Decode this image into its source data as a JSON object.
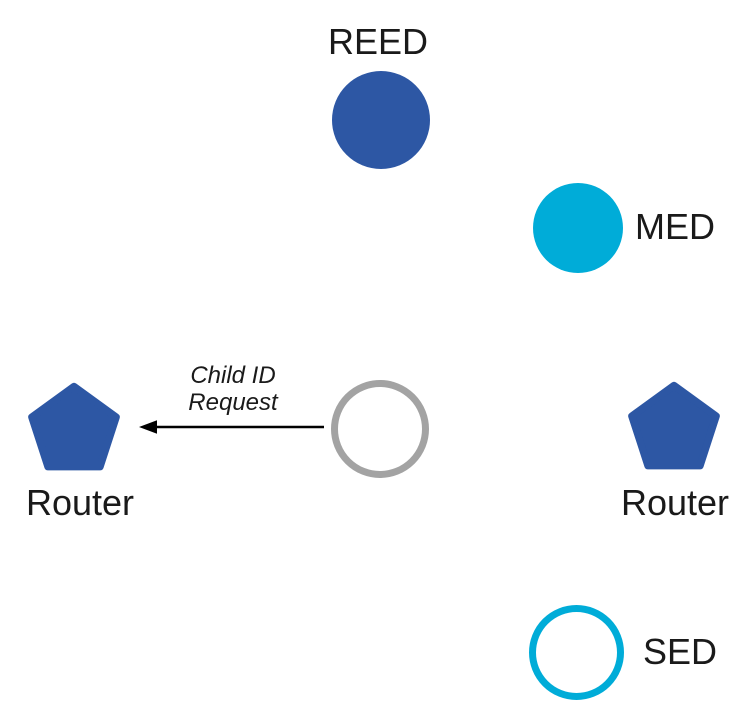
{
  "diagram": {
    "description": "Thread-style mesh network topology diagram showing a joining device sending a Child ID Request to a Router",
    "nodes": {
      "reed": {
        "label": "REED",
        "shape": "circle",
        "style": "filled-blue"
      },
      "med": {
        "label": "MED",
        "shape": "circle",
        "style": "filled-cyan"
      },
      "router_left": {
        "label": "Router",
        "shape": "pentagon",
        "style": "filled-blue"
      },
      "joiner": {
        "label": "",
        "shape": "circle",
        "style": "outline-gray"
      },
      "router_right": {
        "label": "Router",
        "shape": "pentagon",
        "style": "filled-blue"
      },
      "sed": {
        "label": "SED",
        "shape": "circle",
        "style": "outline-cyan"
      }
    },
    "message": {
      "line1": "Child ID",
      "line2": "Request",
      "from": "joiner",
      "to": "router_left",
      "arrow_direction": "left"
    },
    "colors": {
      "blue": "#2d57a4",
      "cyan": "#00acd8",
      "gray": "#a3a3a3",
      "arrow": "#000000",
      "text": "#1a1a1a",
      "background": "#ffffff"
    }
  }
}
